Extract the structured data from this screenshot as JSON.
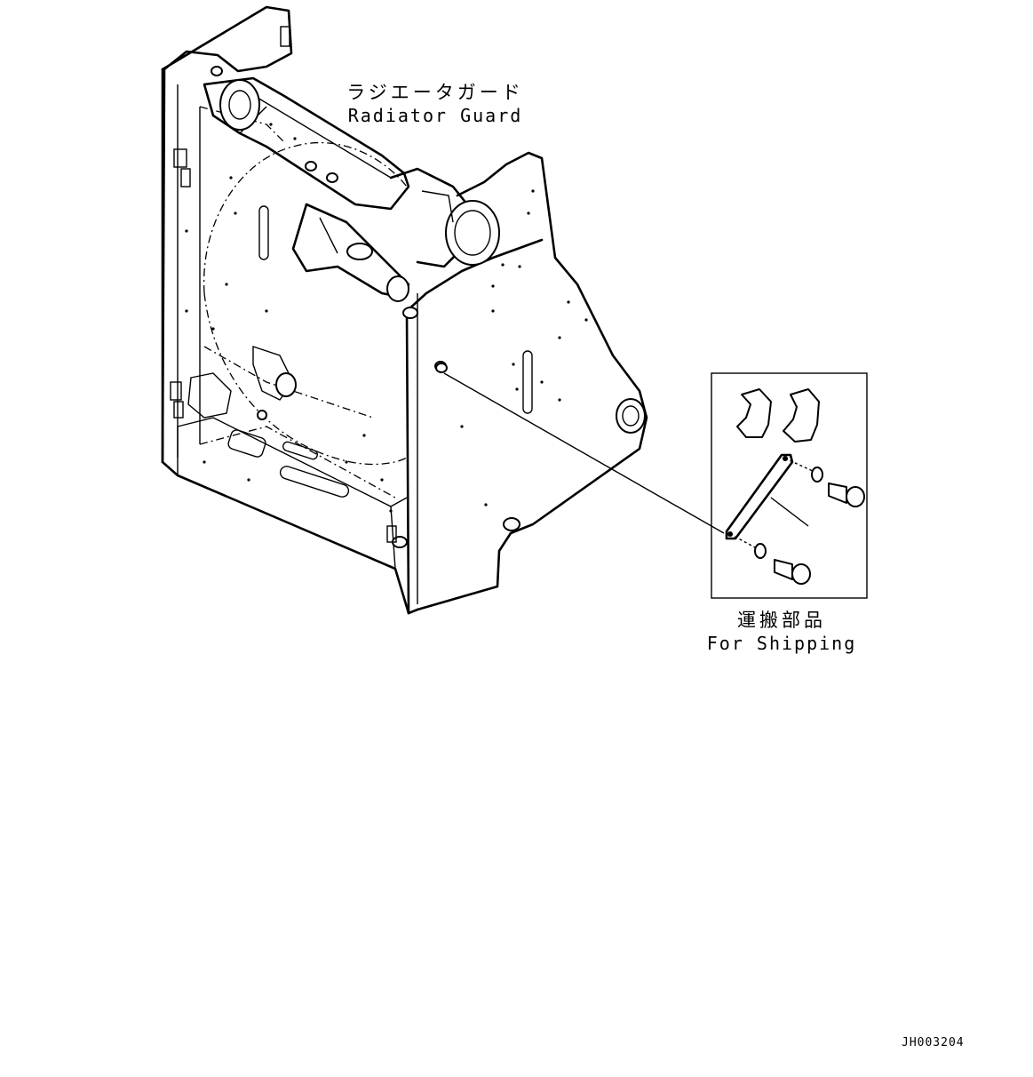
{
  "callouts": {
    "radiator_guard": {
      "jp": "ラジエータガード",
      "en": "Radiator Guard"
    },
    "for_shipping": {
      "jp": "運搬部品",
      "en": "For Shipping"
    }
  },
  "drawing_id": "JH003204"
}
